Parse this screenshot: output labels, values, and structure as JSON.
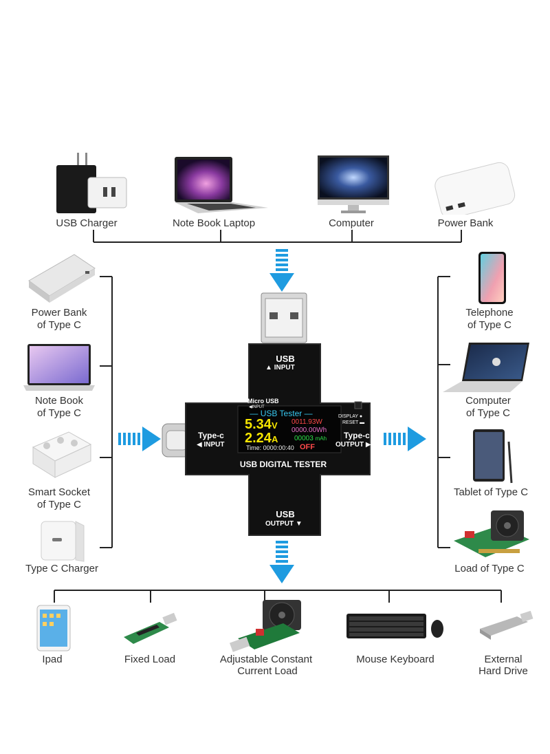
{
  "top_devices": [
    {
      "id": "usb-charger",
      "label": "USB Charger"
    },
    {
      "id": "notebook-laptop",
      "label": "Note Book Laptop"
    },
    {
      "id": "computer",
      "label": "Computer"
    },
    {
      "id": "power-bank",
      "label": "Power Bank"
    }
  ],
  "left_devices": [
    {
      "id": "power-bank-type-c",
      "label1": "Power Bank",
      "label2": "of Type C"
    },
    {
      "id": "notebook-type-c",
      "label1": "Note Book",
      "label2": "of Type C"
    },
    {
      "id": "smart-socket-type-c",
      "label1": "Smart Socket",
      "label2": "of Type C"
    },
    {
      "id": "type-c-charger",
      "label1": "Type C Charger",
      "label2": ""
    }
  ],
  "right_devices": [
    {
      "id": "telephone-type-c",
      "label1": "Telephone",
      "label2": "of Type C"
    },
    {
      "id": "computer-type-c",
      "label1": "Computer",
      "label2": "of Type C"
    },
    {
      "id": "tablet-type-c",
      "label1": "Tablet of Type C",
      "label2": ""
    },
    {
      "id": "load-type-c",
      "label1": "Load of Type C",
      "label2": ""
    }
  ],
  "bottom_devices": [
    {
      "id": "ipad",
      "label1": "Ipad",
      "label2": ""
    },
    {
      "id": "fixed-load",
      "label1": "Fixed Load",
      "label2": ""
    },
    {
      "id": "adjustable-load",
      "label1": "Adjustable Constant",
      "label2": "Current Load"
    },
    {
      "id": "mouse-keyboard",
      "label1": "Mouse Keyboard",
      "label2": ""
    },
    {
      "id": "external-hard-drive",
      "label1": "External",
      "label2": "Hard Drive"
    }
  ],
  "tester": {
    "usb_input_top": "USB",
    "usb_input_sub": "INPUT",
    "micro_usb": "Micro USB",
    "micro_usb_sub": "INPUT",
    "typec_in": "Type-c",
    "typec_in_sub": "INPUT",
    "typec_out": "Type-c",
    "typec_out_sub": "OUTPUT",
    "display_reset_1": "DISPLAY",
    "display_reset_2": "RESET",
    "usb_output_top": "USB",
    "usb_output_sub": "OUTPUT",
    "brand": "USB DIGITAL TESTER",
    "screen": {
      "title": "USB Tester",
      "voltage": "5.34",
      "voltage_unit": "V",
      "current": "2.24",
      "current_unit": "A",
      "power": "0011.93W",
      "energy": "0000.00Wh",
      "capacity": "00003",
      "capacity_unit": "mAh",
      "time": "Time: 0000:00:40",
      "status": "OFF"
    }
  },
  "colors": {
    "arrow": "#1e9be0",
    "line": "#222222",
    "screen_yellow": "#f5e400",
    "screen_red": "#ff4a4a",
    "screen_green": "#2ee04a",
    "screen_title": "#38c8f0",
    "screen_pink": "#e870c8"
  }
}
